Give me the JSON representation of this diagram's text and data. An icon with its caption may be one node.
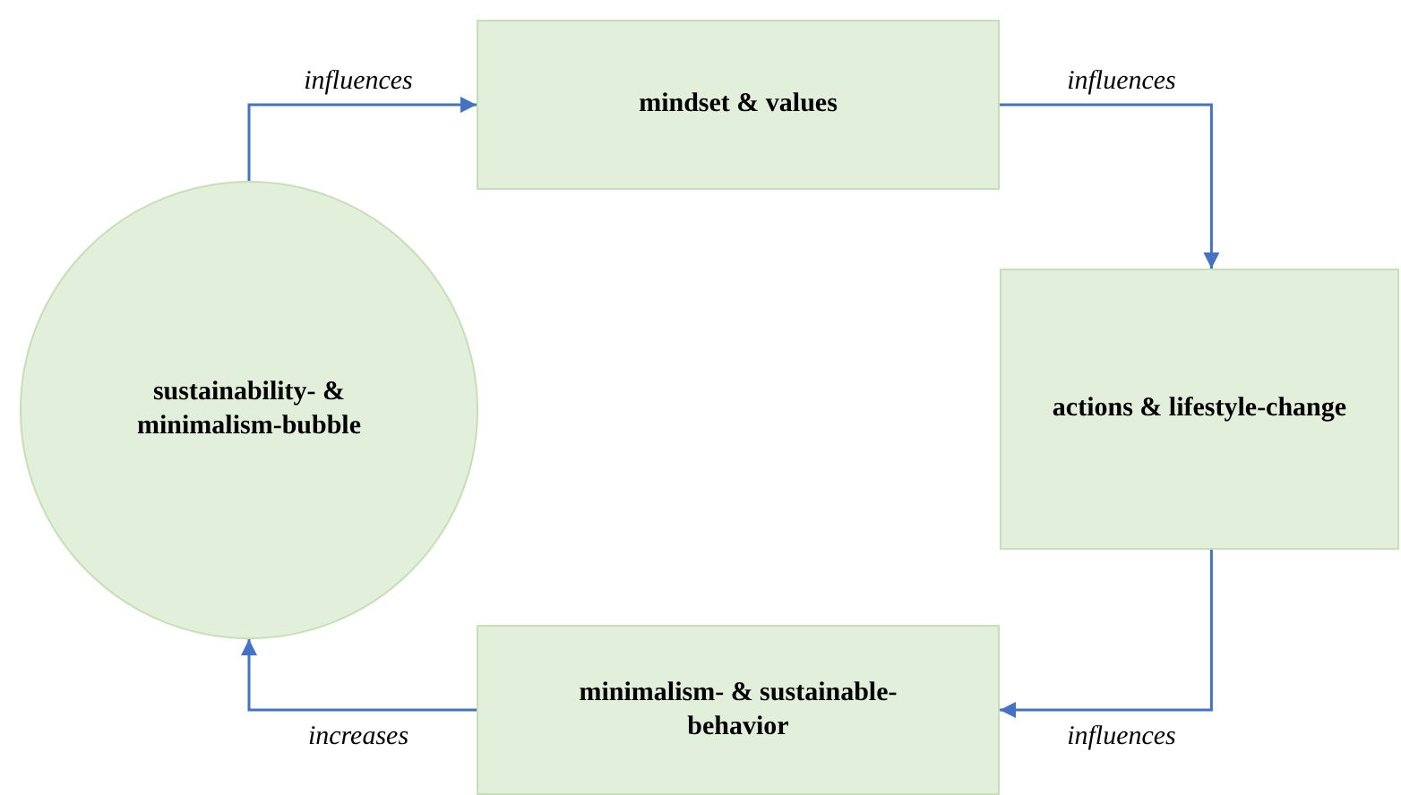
{
  "diagram": {
    "nodes": [
      {
        "text": [
          "sustainability- & minimalism-bubble"
        ]
      },
      {
        "text": [
          "mindset & values"
        ]
      },
      {
        "text": [
          "actions & lifestyle-change"
        ]
      },
      {
        "text": [
          "minimalism- & sustainable-behavior"
        ]
      }
    ],
    "edges": [
      {
        "from": 0,
        "to": 1,
        "arrow": "to",
        "label": "influences"
      },
      {
        "from": 1,
        "to": 2,
        "arrow": "to",
        "label": "influences"
      },
      {
        "from": 2,
        "to": 3,
        "arrow": "to",
        "label": "influences"
      },
      {
        "from": 3,
        "to": 0,
        "arrow": "to",
        "label": "increases"
      }
    ]
  }
}
